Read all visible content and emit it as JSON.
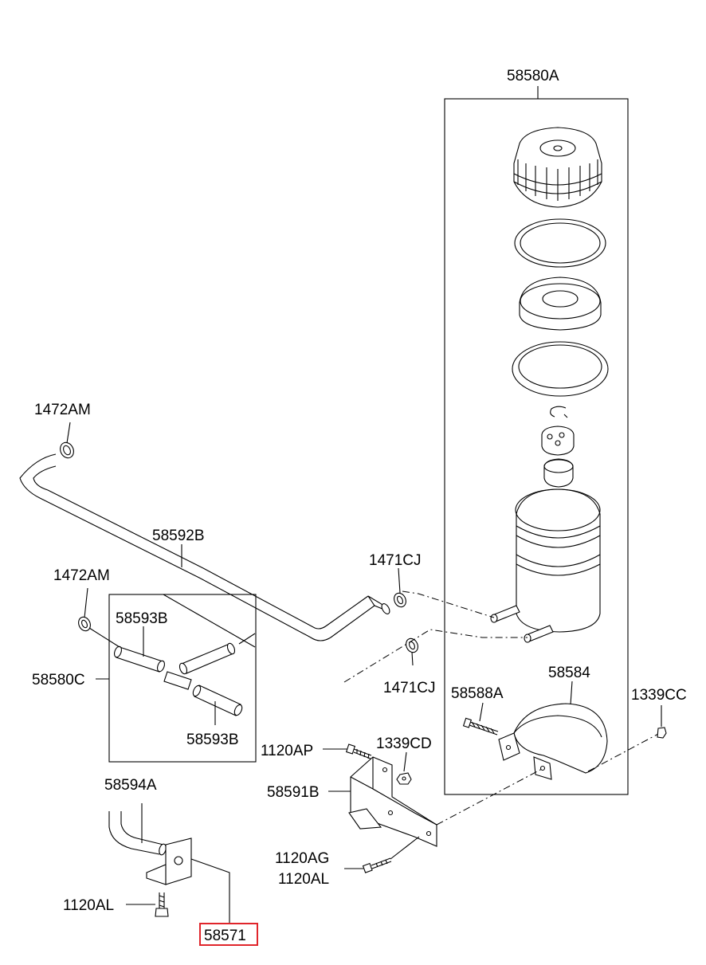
{
  "labels": {
    "reservoir_assy": "58580A",
    "clamp_upper": "1472AM",
    "hose_return": "58592B",
    "clamp_lower": "1472AM",
    "hose_clamp_top": "1471CJ",
    "connector_kit": "58593B",
    "hose_kit": "58580C",
    "hose_clamp_bottom": "1471CJ",
    "bolt_band": "58588A",
    "band": "58584",
    "nut_right": "1339CC",
    "connector_kit_lower": "58593B",
    "bolt_bracket_top": "1120AP",
    "nut_bracket": "1339CD",
    "tube_suction": "58594A",
    "bracket": "58591B",
    "bolt_bracket_low_1": "1120AG",
    "bolt_bracket_low_2": "1120AL",
    "bolt_tube": "1120AL",
    "highlighted_part": "58571"
  },
  "colors": {
    "line": "#000000",
    "highlight": "#e0252b",
    "background": "#ffffff"
  }
}
